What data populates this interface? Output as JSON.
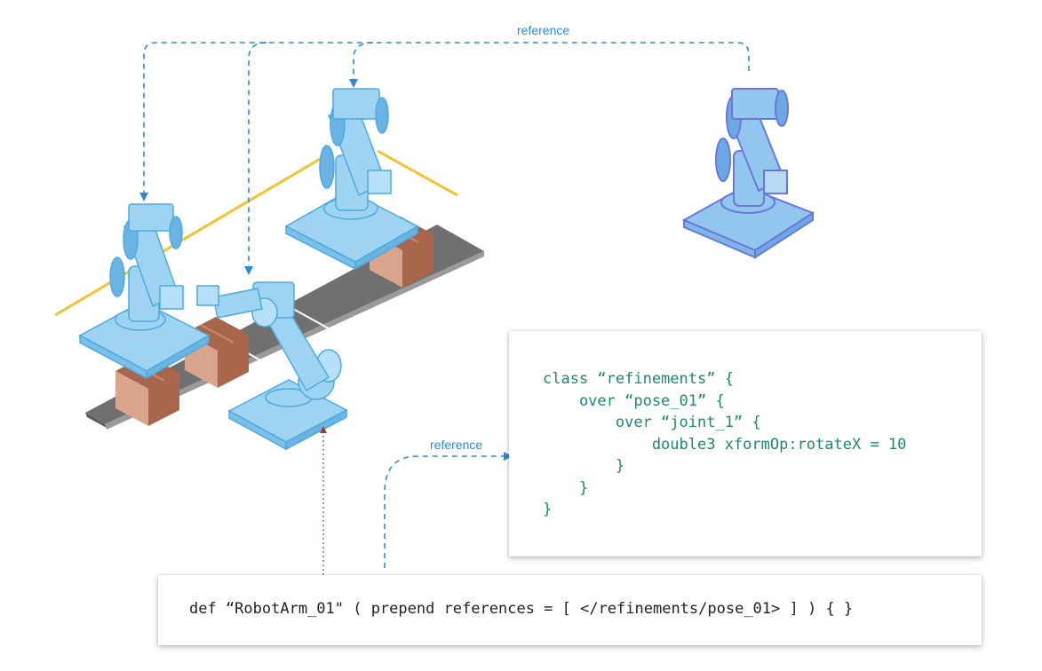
{
  "diagram": {
    "top_reference_label": "reference",
    "mid_reference_label": "reference",
    "class_code": [
      "class “refinements” {",
      "    over “pose_01” {",
      "        over “joint_1” {",
      "            double3 xformOp:rotateX = 10",
      "        }",
      "    }",
      "}"
    ],
    "def_code": "def “RobotArm_01\" ( prepend references = [ </refinements/pose_01> ] ) { }",
    "colors": {
      "arrow_blue": "#2a8bd6",
      "robot_fill": "#9ed4f2",
      "robot_stroke": "#4aaae0",
      "reference_robot_fill": "#93c6ef",
      "reference_robot_stroke": "#6a78d8",
      "conveyor": "#707070",
      "rail_yellow": "#f2c12e",
      "box_side": "#d9a58c",
      "box_top": "#a9664a",
      "code_green": "#1a8a6a",
      "code_dark": "#222222",
      "dotted_red": "#a03c2a"
    }
  }
}
